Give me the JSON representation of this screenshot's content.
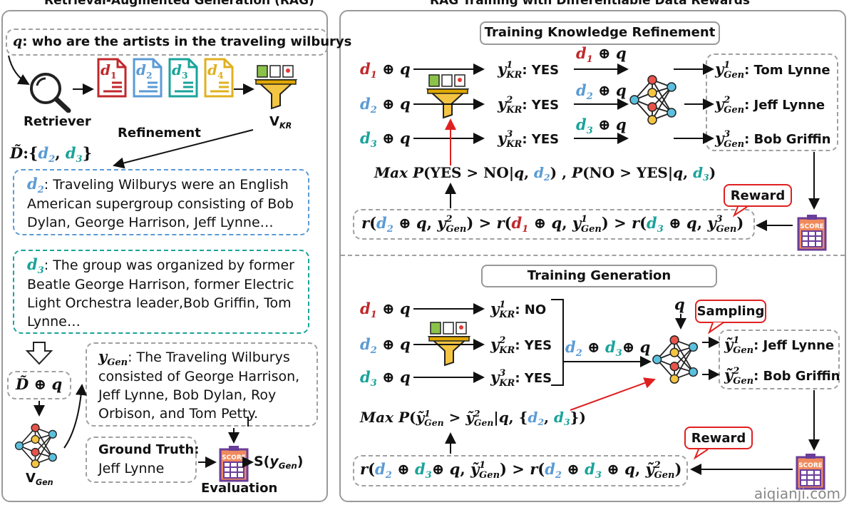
{
  "left": {
    "title": "Retrieval-Augmented Generation (RAG)",
    "query": [
      {
        "t": "q",
        "i": 1
      },
      {
        "t": ": who are the artists in the traveling wilburys",
        "plain": 1
      }
    ],
    "retriever_label": "Retriever",
    "refinement_label": "Refinement",
    "vkr_label": [
      {
        "t": "V"
      },
      {
        "t": "",
        "sub": "KR"
      }
    ],
    "docs": [
      {
        "t": "d",
        "sub": "1",
        "c": "red"
      },
      {
        "t": "d",
        "sub": "2",
        "c": "blue"
      },
      {
        "t": "d",
        "sub": "3",
        "c": "teal"
      },
      {
        "t": "d",
        "sub": "4",
        "c": "yellow"
      }
    ],
    "dtilde": [
      {
        "t": "D̃",
        "i": 1
      },
      {
        "t": ":{"
      },
      {
        "t": "d",
        "i": 1,
        "sub": "2",
        "c": "blue"
      },
      {
        "t": ", "
      },
      {
        "t": "d",
        "i": 1,
        "sub": "3",
        "c": "teal"
      },
      {
        "t": "}"
      }
    ],
    "d2_label": [
      {
        "t": "d",
        "i": 1,
        "sub": "2",
        "c": "blue"
      }
    ],
    "d2_text": ": Traveling Wilburys were an English American supergroup consisting of Bob Dylan, George Harrison, Jeff Lynne…",
    "d3_label": [
      {
        "t": "d",
        "i": 1,
        "sub": "3",
        "c": "teal"
      }
    ],
    "d3_text": ": The group was organized by former Beatle George Harrison, former Electric Light Orchestra leader,Bob Griffin, Tom Lynne…",
    "dq": [
      {
        "t": "D̃",
        "i": 1
      },
      {
        "t": " ⊕ "
      },
      {
        "t": "q",
        "i": 1
      }
    ],
    "vgen_label": [
      {
        "t": "V"
      },
      {
        "t": "",
        "sub": "Gen"
      }
    ],
    "ygen_label": [
      {
        "t": "y",
        "i": 1,
        "sub": "Gen"
      }
    ],
    "ygen_text": ": The Traveling Wilburys consisted of George Harrison, Jeff Lynne, Bob Dylan, Roy Orbison, and Tom Petty.",
    "ground_truth_label": "Ground Truth:",
    "ground_truth_value": "Jeff Lynne",
    "score_text": "SCORE",
    "s_ygen": [
      {
        "t": "S("
      },
      {
        "t": "y",
        "i": 1,
        "sub": "Gen"
      },
      {
        "t": ")"
      }
    ],
    "evaluation_label": "Evaluation"
  },
  "right": {
    "title": "RAG Training with Differentiable Data Rewards",
    "tkr": {
      "header": "Training Knowledge Refinement",
      "inputs": [
        [
          {
            "t": "d",
            "i": 1,
            "sub": "1",
            "c": "red"
          },
          {
            "t": " ⊕ "
          },
          {
            "t": "q",
            "i": 1
          }
        ],
        [
          {
            "t": "d",
            "i": 1,
            "sub": "2",
            "c": "blue"
          },
          {
            "t": " ⊕ "
          },
          {
            "t": "q",
            "i": 1
          }
        ],
        [
          {
            "t": "d",
            "i": 1,
            "sub": "3",
            "c": "teal"
          },
          {
            "t": " ⊕ "
          },
          {
            "t": "q",
            "i": 1
          }
        ]
      ],
      "kr_outputs": [
        [
          {
            "t": "y",
            "i": 1,
            "sup": "1",
            "sub": "KR"
          },
          {
            "t": ": YES",
            "plain": 1
          }
        ],
        [
          {
            "t": "y",
            "i": 1,
            "sup": "2",
            "sub": "KR"
          },
          {
            "t": ": YES",
            "plain": 1
          }
        ],
        [
          {
            "t": "y",
            "i": 1,
            "sup": "3",
            "sub": "KR"
          },
          {
            "t": ": YES",
            "plain": 1
          }
        ]
      ],
      "gen_outputs": [
        [
          {
            "t": "y",
            "i": 1,
            "sup": "1",
            "sub": "Gen"
          },
          {
            "t": ": Tom Lynne",
            "plain": 1
          }
        ],
        [
          {
            "t": "y",
            "i": 1,
            "sup": "2",
            "sub": "Gen"
          },
          {
            "t": ": Jeff Lynne",
            "plain": 1
          }
        ],
        [
          {
            "t": "y",
            "i": 1,
            "sup": "3",
            "sub": "Gen"
          },
          {
            "t": ": Bob Griffin",
            "plain": 1
          }
        ]
      ],
      "objective": [
        {
          "t": "Max P",
          "i": 1
        },
        {
          "t": "(YES > NO|"
        },
        {
          "t": "q",
          "i": 1
        },
        {
          "t": ", "
        },
        {
          "t": "d",
          "i": 1,
          "sub": "2",
          "c": "blue"
        },
        {
          "t": ") , "
        },
        {
          "t": "P",
          "i": 1
        },
        {
          "t": "(NO > YES|"
        },
        {
          "t": "q",
          "i": 1
        },
        {
          "t": ", "
        },
        {
          "t": "d",
          "i": 1,
          "sub": "3",
          "c": "teal"
        },
        {
          "t": ")"
        }
      ],
      "reward_label": "Reward",
      "ranking": [
        {
          "t": "r",
          "i": 1
        },
        {
          "t": "("
        },
        {
          "t": "d",
          "i": 1,
          "sub": "2",
          "c": "blue"
        },
        {
          "t": " ⊕ "
        },
        {
          "t": "q",
          "i": 1
        },
        {
          "t": ", "
        },
        {
          "t": "y",
          "i": 1,
          "sup": "2",
          "sub": "Gen"
        },
        {
          "t": ") > "
        },
        {
          "t": "r",
          "i": 1
        },
        {
          "t": "("
        },
        {
          "t": "d",
          "i": 1,
          "sub": "1",
          "c": "red"
        },
        {
          "t": " ⊕ "
        },
        {
          "t": "q",
          "i": 1
        },
        {
          "t": ", "
        },
        {
          "t": "y",
          "i": 1,
          "sup": "1",
          "sub": "Gen"
        },
        {
          "t": ") > "
        },
        {
          "t": "r",
          "i": 1
        },
        {
          "t": "("
        },
        {
          "t": "d",
          "i": 1,
          "sub": "3",
          "c": "teal"
        },
        {
          "t": " ⊕ "
        },
        {
          "t": "q",
          "i": 1
        },
        {
          "t": ", "
        },
        {
          "t": "y",
          "i": 1,
          "sup": "3",
          "sub": "Gen"
        },
        {
          "t": ")"
        }
      ]
    },
    "tg": {
      "header": "Training Generation",
      "inputs": [
        [
          {
            "t": "d",
            "i": 1,
            "sub": "1",
            "c": "red"
          },
          {
            "t": " ⊕ "
          },
          {
            "t": "q",
            "i": 1
          }
        ],
        [
          {
            "t": "d",
            "i": 1,
            "sub": "2",
            "c": "blue"
          },
          {
            "t": " ⊕ "
          },
          {
            "t": "q",
            "i": 1
          }
        ],
        [
          {
            "t": "d",
            "i": 1,
            "sub": "3",
            "c": "teal"
          },
          {
            "t": " ⊕ "
          },
          {
            "t": "q",
            "i": 1
          }
        ]
      ],
      "kr_outputs": [
        [
          {
            "t": "y",
            "i": 1,
            "sup": "1",
            "sub": "KR"
          },
          {
            "t": ": NO",
            "plain": 1
          }
        ],
        [
          {
            "t": "y",
            "i": 1,
            "sup": "2",
            "sub": "KR"
          },
          {
            "t": ": YES",
            "plain": 1
          }
        ],
        [
          {
            "t": "y",
            "i": 1,
            "sup": "3",
            "sub": "KR"
          },
          {
            "t": ": YES",
            "plain": 1
          }
        ]
      ],
      "combined": [
        {
          "t": "d",
          "i": 1,
          "sub": "2",
          "c": "blue"
        },
        {
          "t": " ⊕ "
        },
        {
          "t": "d",
          "i": 1,
          "sub": "3",
          "c": "teal"
        },
        {
          "t": "⊕ "
        },
        {
          "t": "q",
          "i": 1
        }
      ],
      "q_label": [
        {
          "t": "q",
          "i": 1
        }
      ],
      "sampling_label": "Sampling",
      "samples": [
        [
          {
            "t": "ỹ",
            "i": 1,
            "sup": "1",
            "sub": "Gen"
          },
          {
            "t": ": Jeff Lynne",
            "plain": 1
          }
        ],
        [
          {
            "t": "ỹ",
            "i": 1,
            "sup": "2",
            "sub": "Gen"
          },
          {
            "t": ": Bob Griffin",
            "plain": 1
          }
        ]
      ],
      "objective": [
        {
          "t": "Max P",
          "i": 1
        },
        {
          "t": "("
        },
        {
          "t": "ỹ",
          "i": 1,
          "sup": "1",
          "sub": "Gen"
        },
        {
          "t": " > "
        },
        {
          "t": "ỹ",
          "i": 1,
          "sup": "2",
          "sub": "Gen"
        },
        {
          "t": "|"
        },
        {
          "t": "q",
          "i": 1
        },
        {
          "t": ", {"
        },
        {
          "t": "d",
          "i": 1,
          "sub": "2",
          "c": "blue"
        },
        {
          "t": ", "
        },
        {
          "t": "d",
          "i": 1,
          "sub": "3",
          "c": "teal"
        },
        {
          "t": "})"
        }
      ],
      "reward_label": "Reward",
      "ranking": [
        {
          "t": "r",
          "i": 1
        },
        {
          "t": "("
        },
        {
          "t": "d",
          "i": 1,
          "sub": "2",
          "c": "blue"
        },
        {
          "t": " ⊕ "
        },
        {
          "t": "d",
          "i": 1,
          "sub": "3",
          "c": "teal"
        },
        {
          "t": "⊕ "
        },
        {
          "t": "q",
          "i": 1
        },
        {
          "t": ", "
        },
        {
          "t": "ỹ",
          "i": 1,
          "sup": "1",
          "sub": "Gen"
        },
        {
          "t": ") > "
        },
        {
          "t": "r",
          "i": 1
        },
        {
          "t": "("
        },
        {
          "t": "d",
          "i": 1,
          "sub": "2",
          "c": "blue"
        },
        {
          "t": " ⊕ "
        },
        {
          "t": "d",
          "i": 1,
          "sub": "3",
          "c": "teal"
        },
        {
          "t": " ⊕ "
        },
        {
          "t": "q",
          "i": 1
        },
        {
          "t": ", "
        },
        {
          "t": "ỹ",
          "i": 1,
          "sup": "2",
          "sub": "Gen"
        },
        {
          "t": ")"
        }
      ]
    }
  },
  "watermark": "aiqianji.com",
  "colors": {
    "red": "#c0282b",
    "blue": "#5b9bd5",
    "teal": "#1aa39a",
    "yellow": "#e0b020",
    "reward": "#e02020"
  }
}
